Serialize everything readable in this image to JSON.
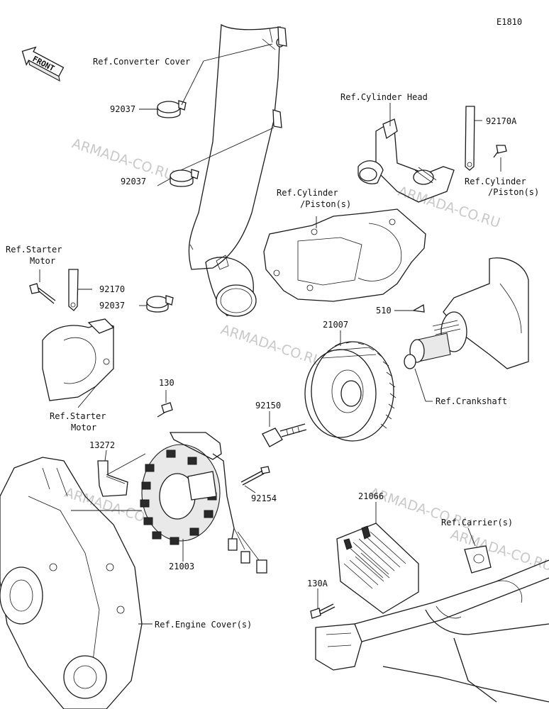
{
  "diagram_code": "E1810",
  "front_marker": "FRONT",
  "watermarks": [
    "ARMADA-CO.RU",
    "ARMADA-CO.RU",
    "ARMADA-CO.RU",
    "ARMADA-CO.RU",
    "ARMADA-CO.RU",
    "ARMADA-CO.RU"
  ],
  "labels": {
    "ref_converter_cover": "Ref.Converter Cover",
    "p92037_a": "92037",
    "p92037_b": "92037",
    "p92037_c": "92037",
    "ref_cylinder_head": "Ref.Cylinder Head",
    "p92170A": "92170A",
    "ref_cylinder_piston_right_1": "Ref.Cylinder",
    "ref_cylinder_piston_right_2": "/Piston(s)",
    "ref_cylinder_piston_mid_1": "Ref.Cylinder",
    "ref_cylinder_piston_mid_2": "/Piston(s)",
    "ref_starter_motor_top_1": "Ref.Starter",
    "ref_starter_motor_top_2": "Motor",
    "p92170": "92170",
    "ref_starter_motor_bottom_1": "Ref.Starter",
    "ref_starter_motor_bottom_2": "Motor",
    "p510": "510",
    "p21007": "21007",
    "ref_crankshaft": "Ref.Crankshaft",
    "p130": "130",
    "p92150": "92150",
    "p13272": "13272",
    "p92154": "92154",
    "p21003": "21003",
    "p21066": "21066",
    "ref_carrier": "Ref.Carrier(s)",
    "p130A": "130A",
    "ref_engine_cover": "Ref.Engine Cover(s)"
  }
}
